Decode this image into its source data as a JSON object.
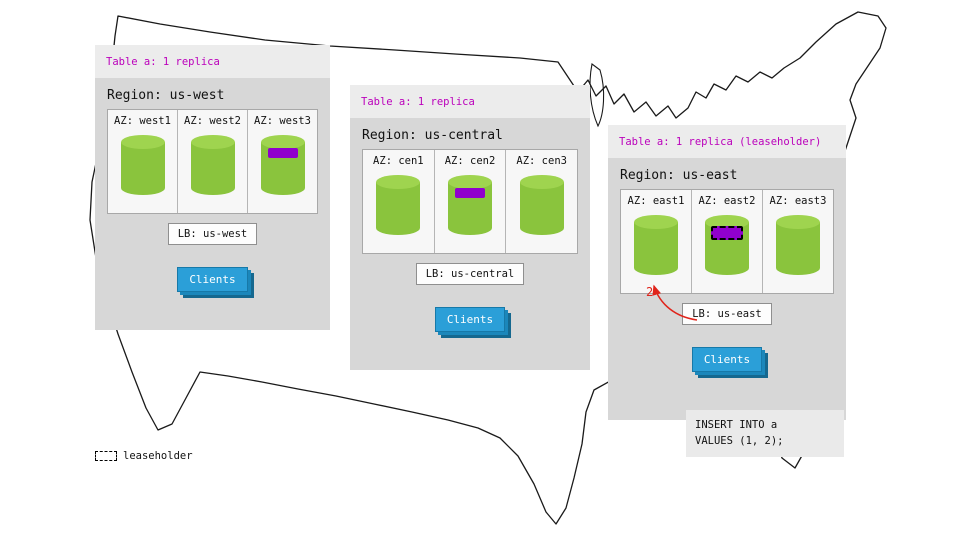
{
  "colors": {
    "green": "#8ac43d",
    "green_top": "#9fd44f",
    "purple": "#9000cc",
    "blue": "#2b9fd8",
    "blue_mid": "#1b87bb",
    "blue_dark": "#15688f",
    "magenta": "#bb00bb",
    "red": "#e0241b",
    "panel_bg": "#d7d7d7",
    "header_bg": "#ececec",
    "az_bg": "#f7f7f7",
    "outline": "#1a1a1a"
  },
  "legend": {
    "label": "leaseholder"
  },
  "sql": {
    "line1": "INSERT INTO a",
    "line2": "VALUES (1, 2);"
  },
  "regions": [
    {
      "header": "Table a: 1 replica",
      "region_label": "Region: us-west",
      "lb_label": "LB: us-west",
      "clients_label": "Clients",
      "azs": [
        {
          "label": "AZ: west1",
          "replica": false,
          "leaseholder": false
        },
        {
          "label": "AZ: west2",
          "replica": false,
          "leaseholder": false
        },
        {
          "label": "AZ: west3",
          "replica": true,
          "leaseholder": false
        }
      ]
    },
    {
      "header": "Table a: 1 replica",
      "region_label": "Region: us-central",
      "lb_label": "LB: us-central",
      "clients_label": "Clients",
      "azs": [
        {
          "label": "AZ: cen1",
          "replica": false,
          "leaseholder": false
        },
        {
          "label": "AZ: cen2",
          "replica": true,
          "leaseholder": false
        },
        {
          "label": "AZ: cen3",
          "replica": false,
          "leaseholder": false
        }
      ]
    },
    {
      "header": "Table a: 1 replica (leaseholder)",
      "region_label": "Region: us-east",
      "lb_label": "LB: us-east",
      "clients_label": "Clients",
      "arrow_label": "2",
      "azs": [
        {
          "label": "AZ: east1",
          "replica": false,
          "leaseholder": false
        },
        {
          "label": "AZ: east2",
          "replica": true,
          "leaseholder": true
        },
        {
          "label": "AZ: east3",
          "replica": false,
          "leaseholder": false
        }
      ]
    }
  ]
}
